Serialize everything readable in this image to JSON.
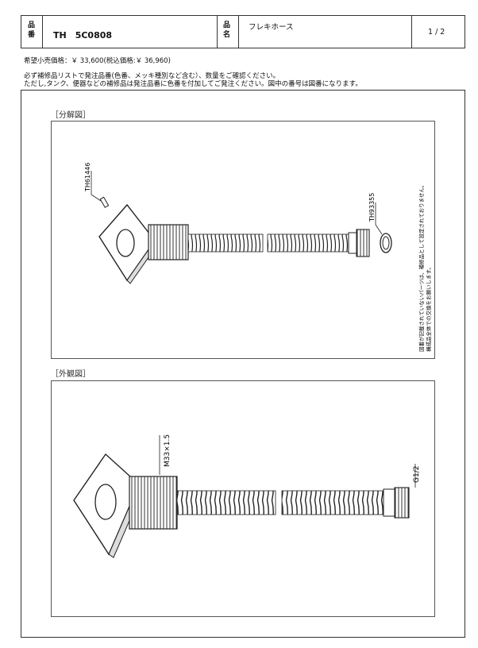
{
  "header": {
    "hinban_label": "品番",
    "hinban_value": "TH　5C0808",
    "hinmei_label": "品名",
    "hinmei_value": "フレキホース",
    "page": "1 / 2"
  },
  "price": "希望小売価格：￥ 33,600(税込価格:￥ 36,960)",
  "notes": [
    "必ず補修品リストで発注品番(色番、メッキ種別など含む）、数量をご確認ください。",
    "ただし,タンク、便器などの補修品は発注品番に色番を付加してご発注ください。図中の番号は図番になります。"
  ],
  "exploded": {
    "label": "［分解図］",
    "part_a": "TH61446",
    "part_b": "TH93355",
    "side_note_1": "図番が記載されていないパーツは、補修品として設定されておりません。",
    "side_note_2": "構成品全体での交換をお願いします。"
  },
  "exterior": {
    "label": "［外観図］",
    "thread_a": "M33×1.5",
    "thread_b": "G1/2"
  }
}
